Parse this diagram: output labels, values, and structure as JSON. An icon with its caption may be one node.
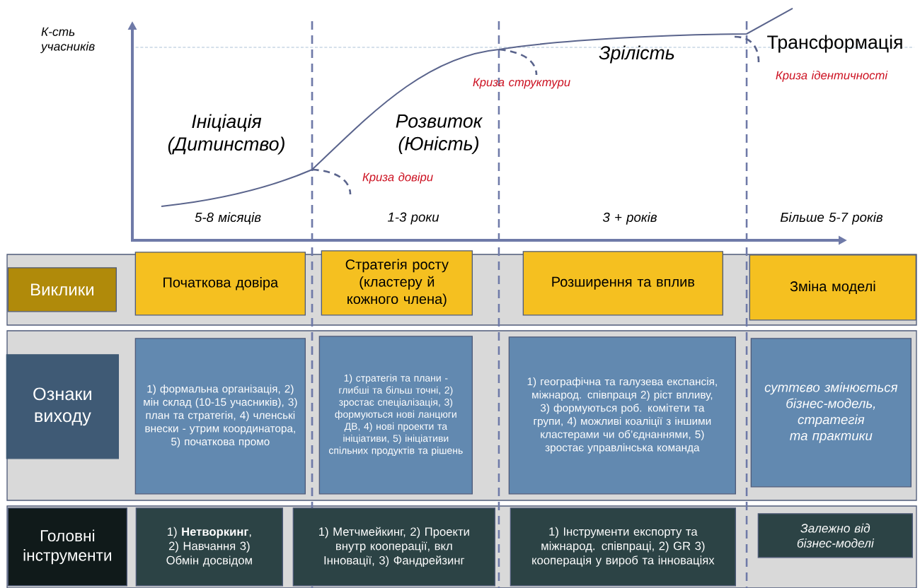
{
  "diagram": {
    "nodes": [
      {
        "text": [],
        "shape": "box"
      },
      {
        "text": [
          "Виклики"
        ],
        "in": 0
      },
      {
        "text": [
          "Початкова довіра"
        ],
        "in": 0
      },
      {
        "text": [
          "Стратегія росту (кластеру й кожного члена)"
        ],
        "in": 0
      },
      {
        "text": [
          "Розширення та вплив"
        ],
        "in": 0
      },
      {
        "text": [
          "Зміна моделі"
        ],
        "in": 0
      },
      {
        "text": [],
        "shape": "box"
      },
      {
        "text": [
          "Ознаки виходу"
        ],
        "in": 6
      },
      {
        "text": [
          "1) формальна організація, 2) мін склад (10-15 учасників), 3) план та стратегія, 4) членські внески - утрим координатора, 5) початкова промо"
        ],
        "in": 6
      },
      {
        "text": [
          "1) стратегія та плани - глибші та більш точні, 2) зростає спеціалізація, 3) формуються нові ланцюги ДВ, 4) нові проекти та ініціативи, 5) ініціативи спільних продуктів та рішень"
        ],
        "in": 6
      },
      {
        "text": [
          "1) географічна та галузева експансія, міжнарод. співпраця 2) ріст впливу, 3) формуються роб. комітети та групи, 4) можливі коаліції з іншими кластерами чи об’єднаннями, 5) зростає управлінська команда"
        ],
        "in": 6
      },
      {
        "text": [
          "суттєво змінюється бізнес-модель, стратегія та практики"
        ],
        "in": 6
      },
      {
        "text": [],
        "shape": "box"
      },
      {
        "text": [
          "Головні інструменти"
        ],
        "in": 12
      },
      {
        "text": [
          "1) **Нетворкинг**, 2) Навчання 3) Обмін досвідом"
        ],
        "in": 12
      },
      {
        "text": [
          "1) Метчмейкинг, 2) Проекти внутр кооперації, вкл Інновації, 3) Фандрейзинг"
        ],
        "in": 12
      },
      {
        "text": [
          "1) Інструменти експорту та міжнарод. співпраці, 2) GR 3) кооперація у вироб та інноваціях"
        ],
        "in": 12
      },
      {
        "text": [
          "Залежно від бізнес-моделі"
        ],
        "in": 12
      }
    ],
    "labels": [
      "К-сть учасників",
      "Трансформація",
      "Зрілість",
      "Криза ідентичності",
      "Криза структури",
      "Ініціація (Дитинство)",
      "Розвиток (Юність)",
      "Криза довіри",
      "5-8 місяців",
      "1-3 роки",
      "3 + років",
      "Більше 5-7 років"
    ]
  }
}
